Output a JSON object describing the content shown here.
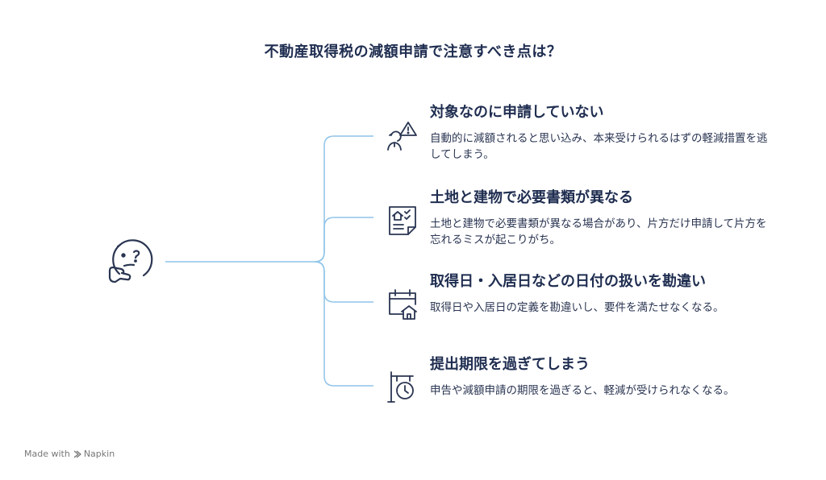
{
  "title": "不動産取得税の減額申請で注意すべき点は？",
  "items": [
    {
      "title": "対象なのに申請していない",
      "desc": "自動的に減額されると思い込み、本来受けられるはずの軽減措置を逃してしまう。",
      "icon": "person-warning-icon"
    },
    {
      "title": "土地と建物で必要書類が異なる",
      "desc": "土地と建物で必要書類が異なる場合があり、片方だけ申請して片方を忘れるミスが起こりがち。",
      "icon": "house-checklist-icon"
    },
    {
      "title": "取得日・入居日などの日付の扱いを勘違い",
      "desc": "取得日や入居日の定義を勘違いし、要件を満たせなくなる。",
      "icon": "calendar-house-icon"
    },
    {
      "title": "提出期限を過ぎてしまう",
      "desc": "申告や減額申請の期限を過ぎると、軽減が受けられなくなる。",
      "icon": "signpost-clock-icon"
    }
  ],
  "footer": {
    "made_with": "Made with",
    "brand": "Napkin"
  },
  "colors": {
    "text": "#1f2d50",
    "connector": "#8fc4ea",
    "icon": "#2a3552"
  }
}
